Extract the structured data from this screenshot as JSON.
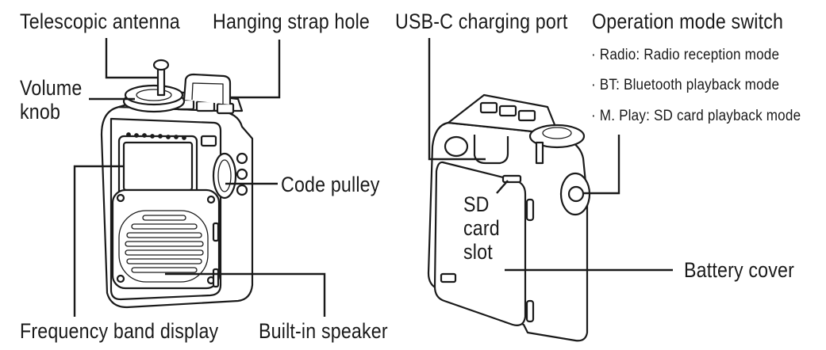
{
  "labels": {
    "telescopic_antenna": "Telescopic antenna",
    "hanging_strap_hole": "Hanging strap hole",
    "volume_knob_line1": "Volume",
    "volume_knob_line2": "knob",
    "code_pulley": "Code pulley",
    "frequency_band_display": "Frequency band display",
    "built_in_speaker": "Built-in speaker",
    "usb_c_charging_port": "USB-C charging port",
    "operation_mode_switch": "Operation mode switch",
    "sd_card_slot_line1": "SD",
    "sd_card_slot_line2": "card",
    "sd_card_slot_line3": "slot",
    "battery_cover": "Battery cover"
  },
  "mode_options": [
    "· Radio: Radio reception mode",
    "· BT: Bluetooth playback mode",
    "· M. Play: SD card playback mode"
  ],
  "colors": {
    "line": "#1a1a1a",
    "background": "#ffffff"
  }
}
